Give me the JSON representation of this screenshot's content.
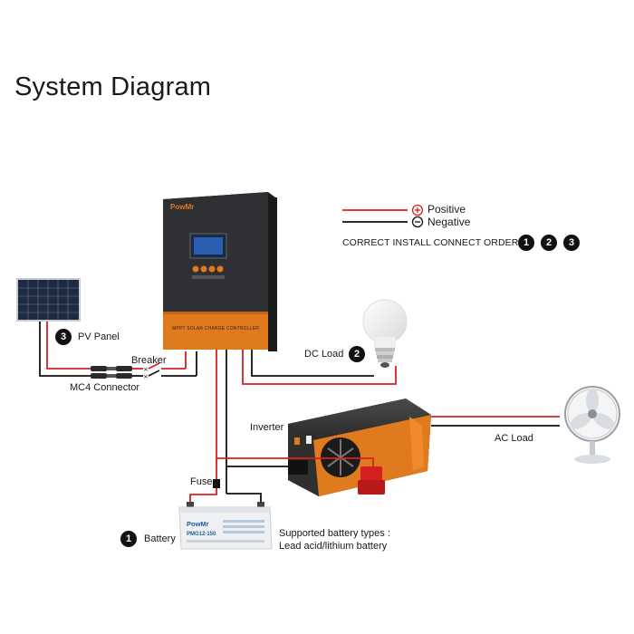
{
  "title": "System Diagram",
  "legend": {
    "positive": "Positive",
    "negative": "Negative",
    "positive_color": "#d62020",
    "negative_color": "#111111",
    "order_text": "CORRECT INSTALL CONNECT ORDER:",
    "order_badges": [
      "1",
      "2",
      "3"
    ]
  },
  "components": {
    "pv_panel": "PV Panel",
    "pv_badge": "3",
    "breaker": "Breaker",
    "mc4": "MC4 Connector",
    "dc_load": "DC Load",
    "dc_badge": "2",
    "inverter": "Inverter",
    "ac_load": "AC Load",
    "fuse": "Fuse",
    "battery": "Battery",
    "battery_badge": "1",
    "supported_title": "Supported battery types :",
    "supported_list": "Lead acid/lithium battery"
  },
  "controller": {
    "brand": "PowMr",
    "model_strip": "MPPT SOLAR CHARGE CONTROLLER",
    "body_color": "#2b2b2e",
    "accent_color": "#e07a1f"
  },
  "battery_device": {
    "brand": "PowMr",
    "model": "PMG12-150"
  }
}
